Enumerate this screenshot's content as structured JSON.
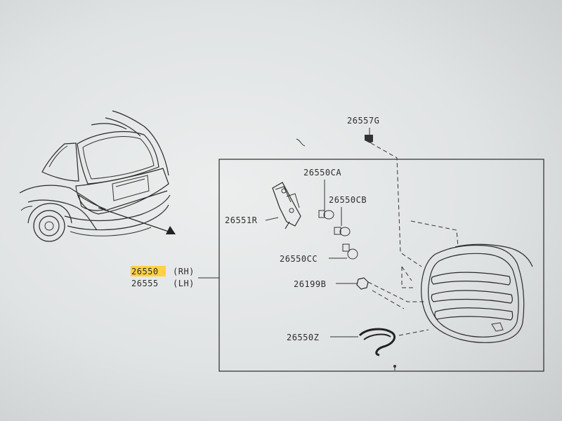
{
  "parts": {
    "main_rh": {
      "number": "26550",
      "side": "(RH)",
      "highlighted": true
    },
    "main_lh": {
      "number": "26555",
      "side": "(LH)"
    },
    "p_26557G": "26557G",
    "p_26550CA": "26550CA",
    "p_26550CB": "26550CB",
    "p_26551R": "26551R",
    "p_26550CC": "26550CC",
    "p_26199B": "26199B",
    "p_26550Z": "26550Z"
  },
  "colors": {
    "highlight": "#ffcf2e",
    "line": "#2a2a2a",
    "paper": "#e6e8e9"
  }
}
